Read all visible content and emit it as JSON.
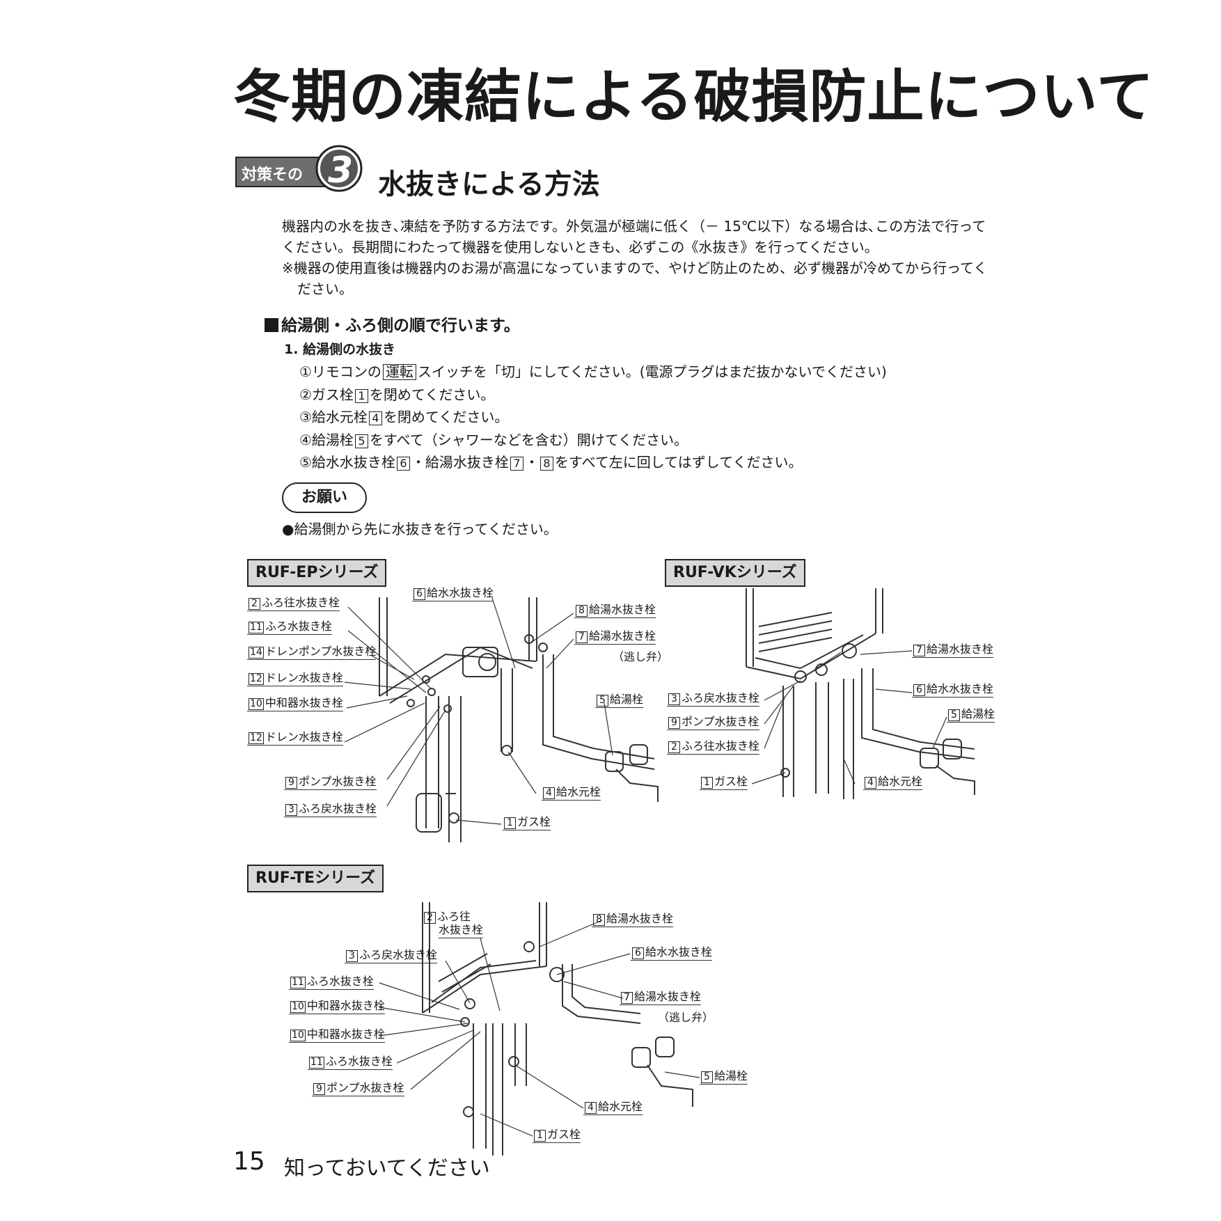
{
  "title": "冬期の凍結による破損防止について",
  "section": {
    "badge_text": "対策その",
    "badge_number": "3",
    "heading": "水抜きによる方法"
  },
  "intro": {
    "line1": "機器内の水を抜き､凍結を予防する方法です。外気温が極端に低く（－ 15℃以下）なる場合は､この方法で行ってください。長期間にわたって機器を使用しないときも、必ずこの《水抜き》を行ってください。",
    "note": "※機器の使用直後は機器内のお湯が高温になっていますので、やけど防止のため、必ず機器が冷めてから行ってください。"
  },
  "procedure": {
    "heading": "給湯側・ふろ側の順で行います。",
    "step_title": "1. 給湯側の水抜き",
    "steps": {
      "s1_pre": "①リモコンの",
      "s1_key": "運転",
      "s1_post": "スイッチを「切」にしてください。(電源プラグはまだ抜かないでください)",
      "s2_pre": "②ガス栓",
      "s2_num": "1",
      "s2_post": "を閉めてください。",
      "s3_pre": "③給水元栓",
      "s3_num": "4",
      "s3_post": "を閉めてください。",
      "s4_pre": "④給湯栓",
      "s4_num": "5",
      "s4_post": "をすべて（シャワーなどを含む）開けてください。",
      "s5_pre": "⑤給水水抜き栓",
      "s5_num_a": "6",
      "s5_mid": "・給湯水抜き栓",
      "s5_num_b": "7",
      "s5_sep": "・",
      "s5_num_c": "8",
      "s5_post": "をすべて左に回してはずしてください。"
    }
  },
  "request": {
    "label": "お願い",
    "note": "●給湯側から先に水抜きを行ってください。"
  },
  "diagrams": {
    "ep": {
      "title": "RUF-EPシリーズ",
      "labels": [
        {
          "num": "2",
          "text": "ふろ往水抜き栓"
        },
        {
          "num": "11",
          "text": "ふろ水抜き栓"
        },
        {
          "num": "14",
          "text": "ドレンポンプ水抜き栓"
        },
        {
          "num": "12",
          "text": "ドレン水抜き栓"
        },
        {
          "num": "10",
          "text": "中和器水抜き栓"
        },
        {
          "num": "12",
          "text": "ドレン水抜き栓"
        },
        {
          "num": "9",
          "text": "ポンプ水抜き栓"
        },
        {
          "num": "3",
          "text": "ふろ戻水抜き栓"
        },
        {
          "num": "6",
          "text": "給水水抜き栓"
        },
        {
          "num": "8",
          "text": "給湯水抜き栓"
        },
        {
          "num": "7",
          "text": "給湯水抜き栓"
        },
        {
          "num": "5",
          "text": "給湯栓"
        },
        {
          "num": "4",
          "text": "給水元栓"
        },
        {
          "num": "1",
          "text": "ガス栓"
        }
      ],
      "relief_note": "（逃し弁）"
    },
    "vk": {
      "title": "RUF-VKシリーズ",
      "labels": [
        {
          "num": "7",
          "text": "給湯水抜き栓"
        },
        {
          "num": "6",
          "text": "給水水抜き栓"
        },
        {
          "num": "5",
          "text": "給湯栓"
        },
        {
          "num": "3",
          "text": "ふろ戻水抜き栓"
        },
        {
          "num": "9",
          "text": "ポンプ水抜き栓"
        },
        {
          "num": "2",
          "text": "ふろ往水抜き栓"
        },
        {
          "num": "1",
          "text": "ガス栓"
        },
        {
          "num": "4",
          "text": "給水元栓"
        }
      ]
    },
    "te": {
      "title": "RUF-TEシリーズ",
      "labels": [
        {
          "num": "2",
          "text": "ふろ往"
        },
        {
          "num": "3",
          "text": "ふろ戻水抜き栓"
        },
        {
          "num": "11",
          "text": "ふろ水抜き栓"
        },
        {
          "num": "10",
          "text": "中和器水抜き栓"
        },
        {
          "num": "10",
          "text": "中和器水抜き栓"
        },
        {
          "num": "11",
          "text": "ふろ水抜き栓"
        },
        {
          "num": "9",
          "text": "ポンプ水抜き栓"
        },
        {
          "num": "8",
          "text": "給湯水抜き栓"
        },
        {
          "num": "6",
          "text": "給水水抜き栓"
        },
        {
          "num": "7",
          "text": "給湯水抜き栓"
        },
        {
          "num": "5",
          "text": "給湯栓"
        },
        {
          "num": "4",
          "text": "給水元栓"
        },
        {
          "num": "1",
          "text": "ガス栓"
        }
      ],
      "label2_line2": "水抜き栓",
      "relief_note": "（逃し弁）"
    }
  },
  "footer": {
    "page_number": "15",
    "section_name": "知っておいてください"
  }
}
